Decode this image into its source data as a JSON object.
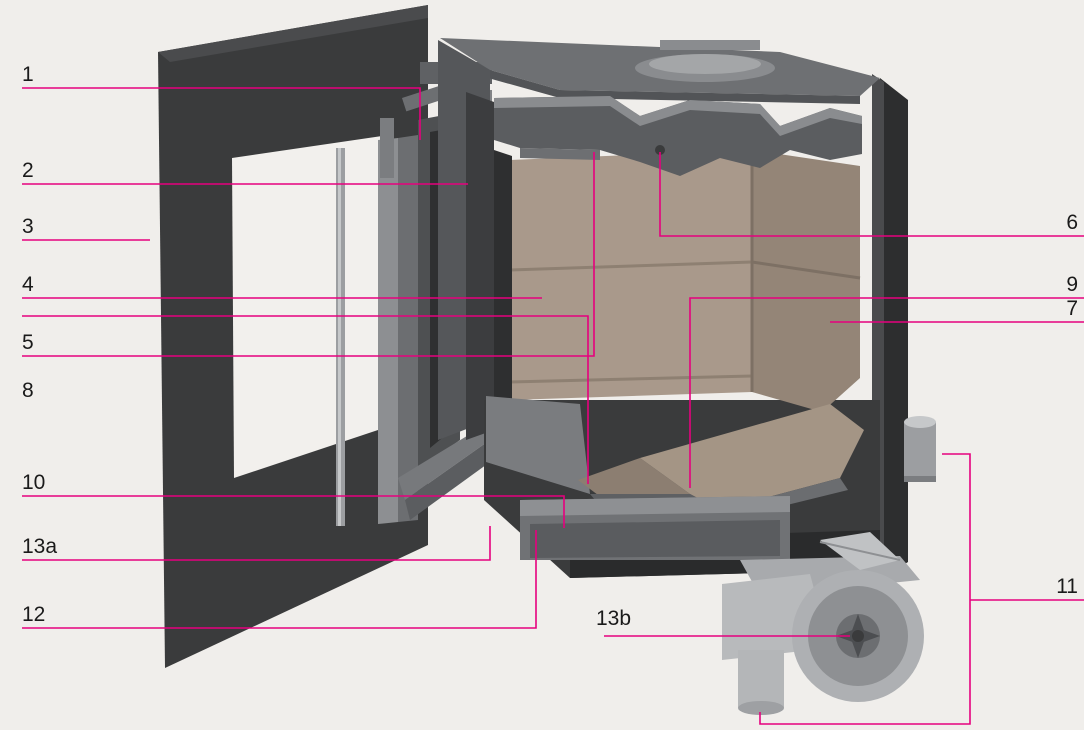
{
  "colors": {
    "background": "#f0eeeb",
    "leader_line": "#e6007e",
    "steel_dark": "#3a3b3c",
    "steel_mid": "#6d6f72",
    "steel_light": "#a4a6a8",
    "firebrick": "#a9998b",
    "firebrick_dark": "#8e8072"
  },
  "callouts": {
    "c1": "1",
    "c2": "2",
    "c3": "3",
    "c4": "4",
    "c5": "5",
    "c6": "6",
    "c7": "7",
    "c8": "8",
    "c9": "9",
    "c10": "10",
    "c11": "11",
    "c12": "12",
    "c13a": "13a",
    "c13b": "13b"
  }
}
